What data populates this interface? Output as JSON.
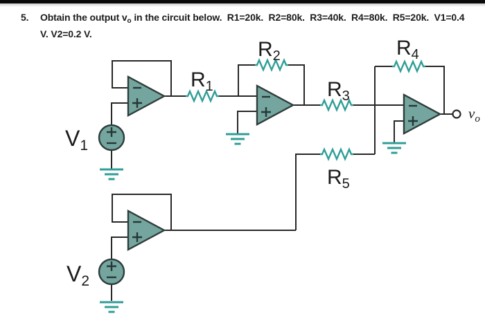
{
  "page": {
    "background": "#ffffff",
    "top_bar_color": "#0a0a0a"
  },
  "problem": {
    "number": "5.",
    "line1_prefix": "Obtain the output v",
    "line1_sub": "o",
    "line1_suffix": " in the circuit below.  R1=20k.  R2=80k.  R3=40k.  R4=80k.  R5=20k.  V1=0.4",
    "line2": "V. V2=0.2 V."
  },
  "circuit": {
    "colors": {
      "wire": "#272727",
      "component_fill": "#74a69f",
      "component_outline": "#2e3d3b",
      "resistor_teal": "#2f9e96",
      "ground_teal": "#2f9e96",
      "label_text": "#1b1b1b"
    },
    "labels": {
      "r1": {
        "main": "R",
        "sub": "1"
      },
      "r2": {
        "main": "R",
        "sub": "2"
      },
      "r3": {
        "main": "R",
        "sub": "3"
      },
      "r4": {
        "main": "R",
        "sub": "4"
      },
      "r5": {
        "main": "R",
        "sub": "5"
      },
      "v1": {
        "main": "V",
        "sub": "1"
      },
      "v2": {
        "main": "V",
        "sub": "2"
      },
      "vout": {
        "main": "v",
        "sub": "o"
      }
    }
  }
}
